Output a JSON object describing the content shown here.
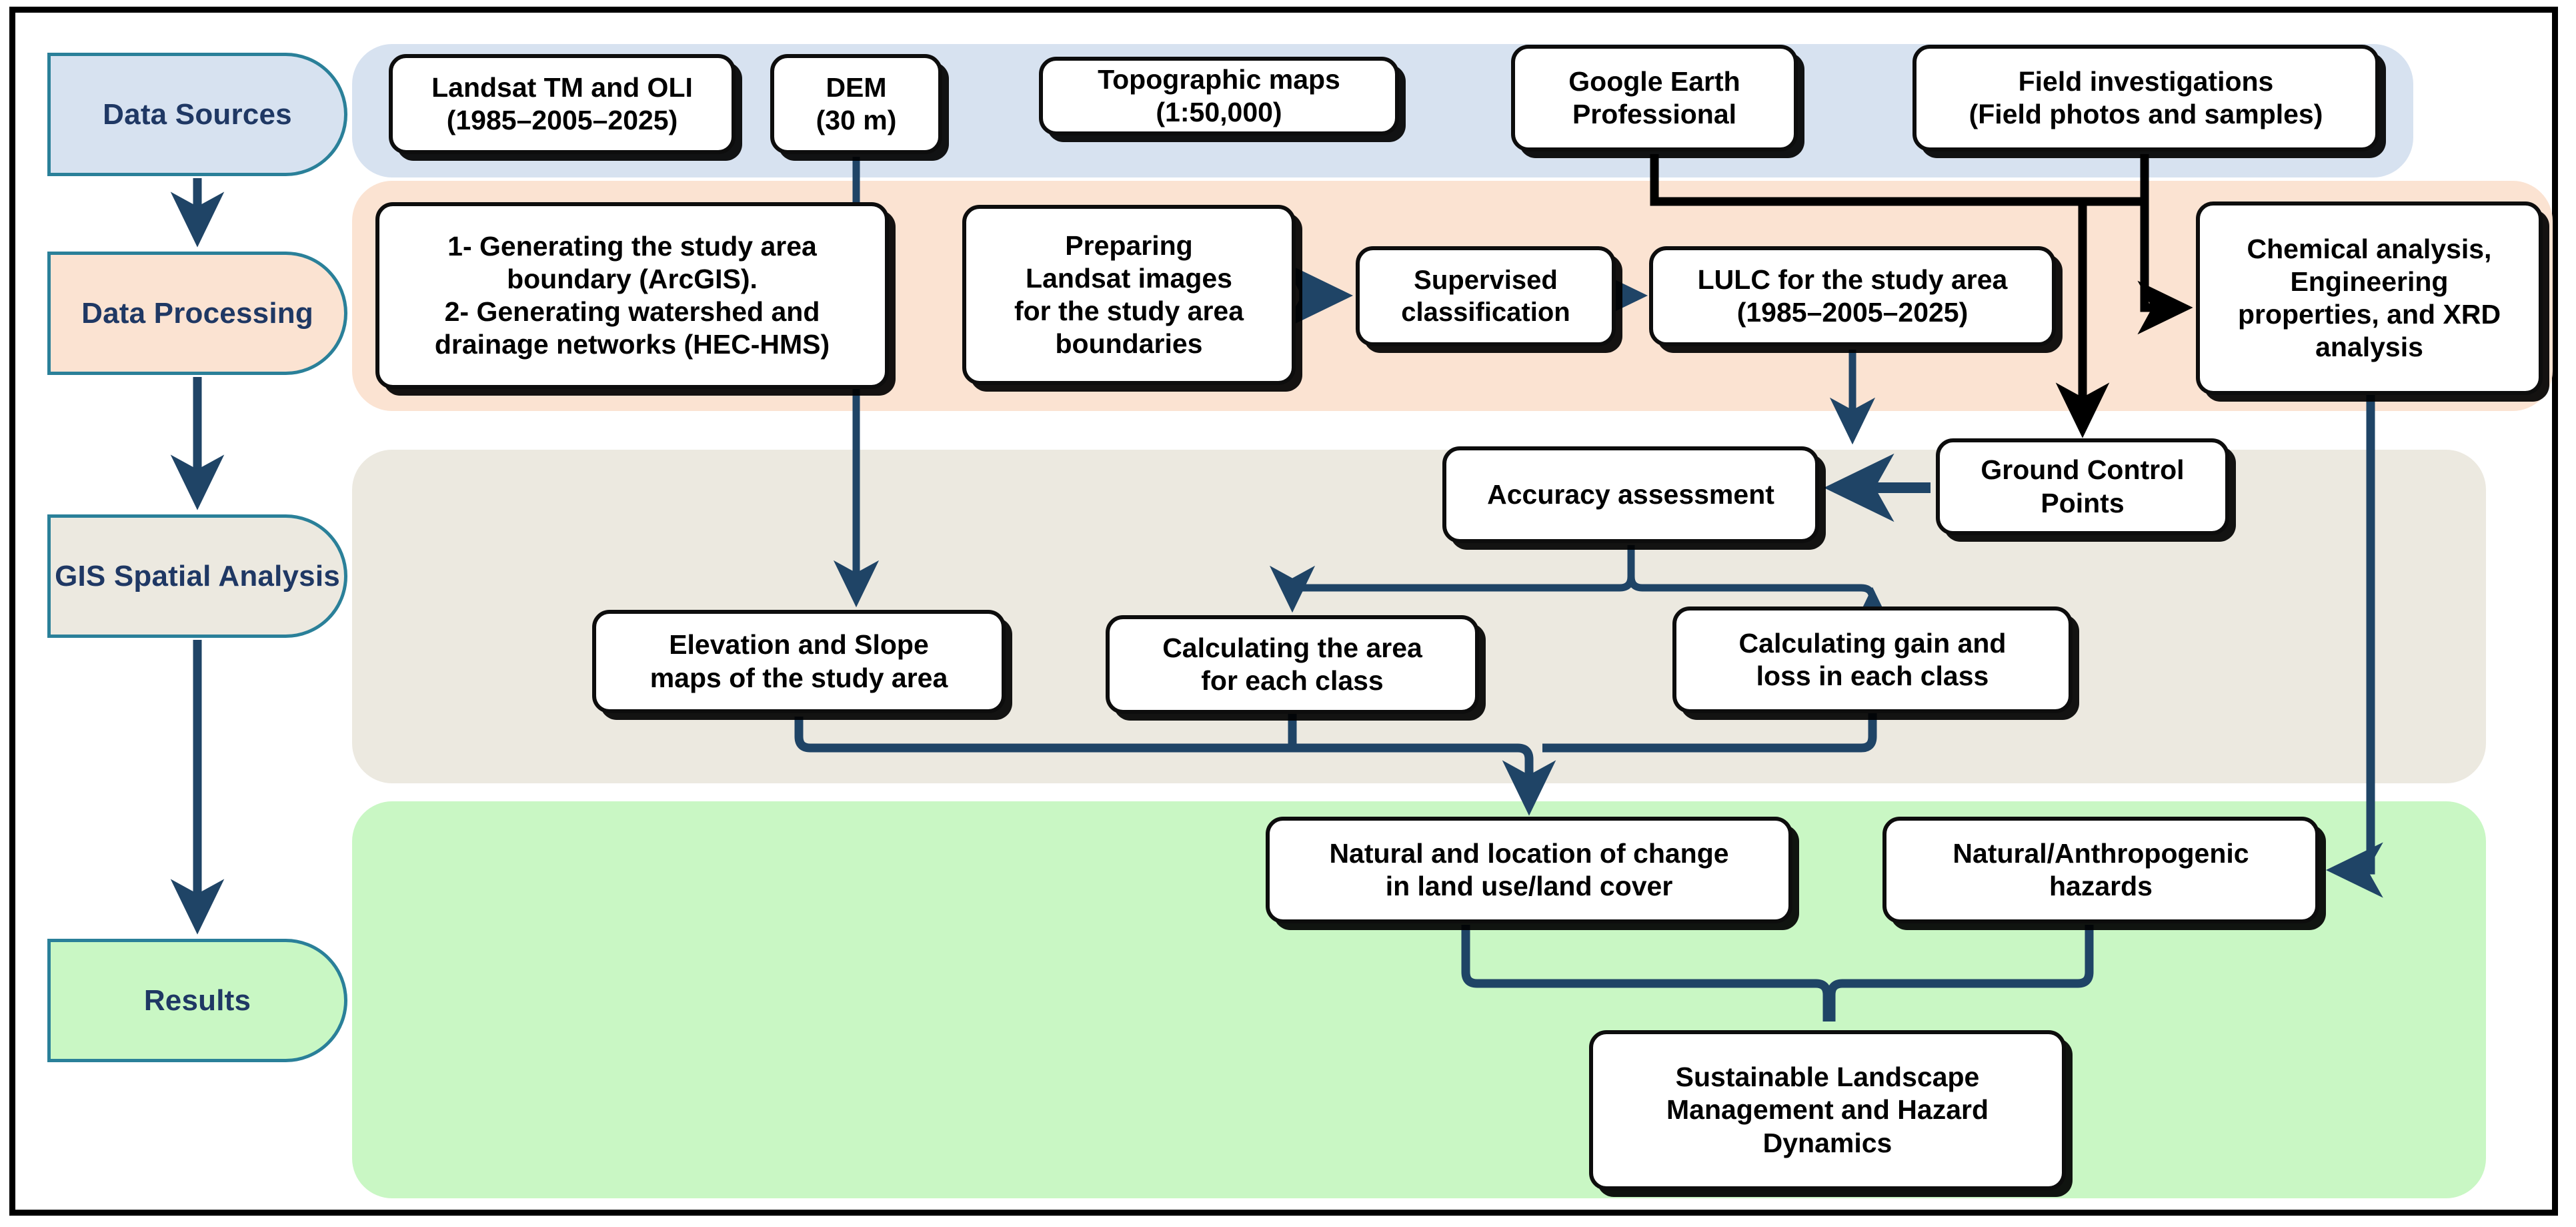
{
  "figure": {
    "title": "Research methodology flowchart",
    "colors": {
      "band_sources": "#d7e2f0",
      "band_processing": "#fbe3d2",
      "band_gis": "#ece9e0",
      "band_results": "#c9f7c4",
      "pill_border": "#2a8099",
      "pill_text": "#1f3864",
      "node_border": "#0d0d0d",
      "arrow_blue": "#1f4466",
      "arrow_black": "#000000",
      "frame": "#000000"
    }
  },
  "stages": [
    {
      "id": "data-sources",
      "label": "Data Sources"
    },
    {
      "id": "data-processing",
      "label": "Data\nProcessing"
    },
    {
      "id": "gis-analysis",
      "label": "GIS Spatial\nAnalysis"
    },
    {
      "id": "results",
      "label": "Results"
    }
  ],
  "nodes": {
    "landsat": "Landsat TM and OLI\n(1985–2005–2025)",
    "dem": "DEM\n(30 m)",
    "topo": "Topographic maps\n(1:50,000)",
    "gearth": "Google Earth\nProfessional",
    "field": "Field investigations\n(Field photos and samples)",
    "generating": "1- Generating the study area\nboundary (ArcGIS).\n2- Generating watershed and\ndrainage networks (HEC-HMS)",
    "preparing": "Preparing\nLandsat images\nfor the study area\nboundaries",
    "supervised": "Supervised\nclassification",
    "lulc": "LULC for the study area\n(1985–2005–2025)",
    "chemical": "Chemical analysis,\nEngineering\nproperties, and XRD\nanalysis",
    "accuracy": "Accuracy assessment",
    "gcp": "Ground Control\nPoints",
    "elevation": "Elevation and Slope\nmaps of the study area",
    "calc_area": "Calculating the area\nfor each class",
    "gain_loss": "Calculating gain and\nloss in each class",
    "change": "Natural and location of change\nin land use/land cover",
    "hazards": "Natural/Anthropogenic\nhazards",
    "sustainable": "Sustainable Landscape\nManagement and Hazard\nDynamics"
  },
  "connections": [
    {
      "from": "data-sources",
      "to": "data-processing",
      "style": "blue-arrow-down"
    },
    {
      "from": "data-processing",
      "to": "gis-analysis",
      "style": "blue-arrow-down"
    },
    {
      "from": "gis-analysis",
      "to": "results",
      "style": "blue-arrow-down"
    },
    {
      "from": "dem",
      "to": "elevation",
      "style": "blue-arrow-down"
    },
    {
      "from": "preparing",
      "to": "supervised",
      "style": "blue-arrow-right"
    },
    {
      "from": "supervised",
      "to": "lulc",
      "style": "blue-arrow-right"
    },
    {
      "from": "gearth",
      "to": "field-junction",
      "style": "black-line"
    },
    {
      "from": "field",
      "to": "chemical",
      "style": "black-arrow-right"
    },
    {
      "from": "field",
      "to": "gcp",
      "style": "black-arrow-down"
    },
    {
      "from": "lulc",
      "to": "accuracy",
      "style": "blue-arrow-down"
    },
    {
      "from": "gcp",
      "to": "accuracy",
      "style": "blue-arrow-left"
    },
    {
      "from": "accuracy",
      "to": "calc_area",
      "style": "blue-branch-down"
    },
    {
      "from": "accuracy",
      "to": "gain_loss",
      "style": "blue-branch-down"
    },
    {
      "from": "elevation",
      "to": "change",
      "style": "blue-merge-down"
    },
    {
      "from": "calc_area",
      "to": "change",
      "style": "blue-merge-down"
    },
    {
      "from": "gain_loss",
      "to": "change",
      "style": "blue-merge-down"
    },
    {
      "from": "chemical",
      "to": "hazards",
      "style": "blue-arrow-left"
    },
    {
      "from": "change",
      "to": "sustainable",
      "style": "blue-merge-down"
    },
    {
      "from": "hazards",
      "to": "sustainable",
      "style": "blue-merge-down"
    }
  ]
}
